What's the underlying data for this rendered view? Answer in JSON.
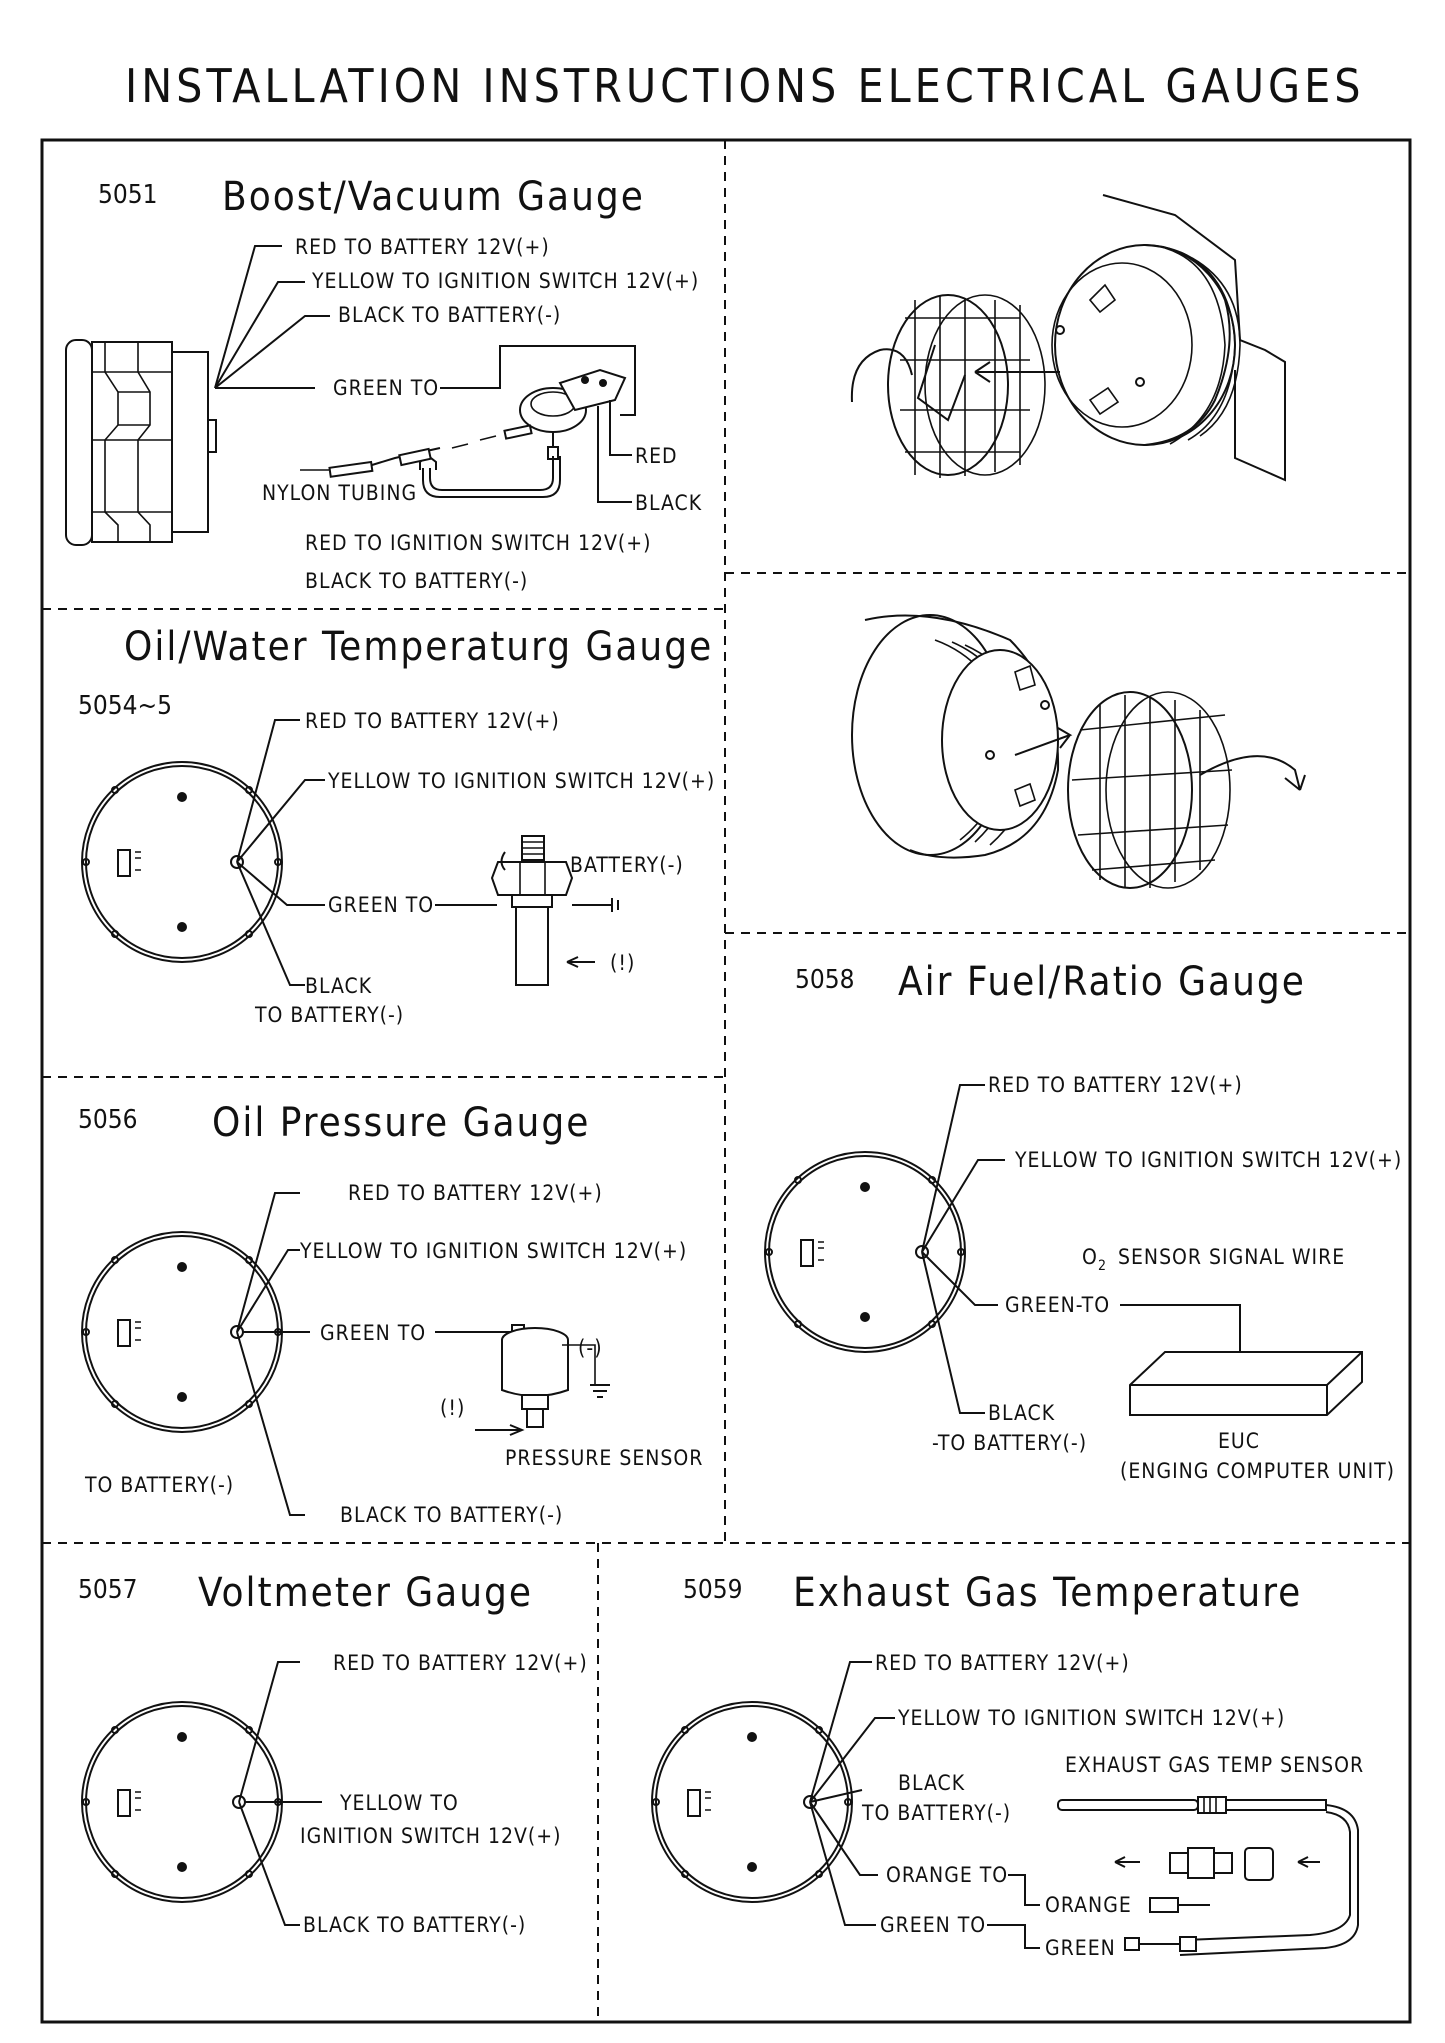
{
  "title": "INSTALLATION INSTRUCTIONS ELECTRICAL GAUGES",
  "boost": {
    "number": "5051",
    "title": "Boost/Vacuum Gauge",
    "red": "RED TO BATTERY 12V(+)",
    "yellow": "YELLOW   TO IGNITION SWITCH 12V(+)",
    "black": "BLACK   TO BATTERY(-)",
    "green": "GREEN TO",
    "sender_red": "RED",
    "sender_black": "BLACK",
    "tubing": "NYLON TUBING",
    "note_red": "RED   TO IGNITION SWITCH 12V(+)",
    "note_black": "BLACK   TO BATTERY(-)"
  },
  "temp": {
    "title": "Oil/Water Temperaturg Gauge",
    "number": "5054~5",
    "red": "RED TO BATTERY 12V(+)",
    "yellow": "YELLOW   TO IGNITION SWITCH 12V(+)",
    "green": "GREEN TO",
    "battery": "BATTERY(-)",
    "black_1": "BLACK",
    "black_2": "TO BATTERY(-)",
    "bang": "(!)"
  },
  "oil": {
    "number": "5056",
    "title": "Oil Pressure Gauge",
    "red": "RED TO BATTERY 12V(+)",
    "yellow": "YELLOW TO IGNITION SWITCH 12V(+)",
    "green": "GREEN TO",
    "minus": "(-)",
    "bang": "(!)",
    "sensor": "PRESSURE SENSOR",
    "to_battery": "TO BATTERY(-)",
    "black": "BLACK TO BATTERY(-)"
  },
  "afr": {
    "number": "5058",
    "title": "Air Fuel/Ratio Gauge",
    "red": "RED TO BATTERY 12V(+)",
    "yellow": "YELLOW   TO IGNITION SWITCH 12V(+)",
    "o2_sub": "2",
    "o2_text": "SENSOR SIGNAL WIRE",
    "o2_letter": "O",
    "green": "GREEN-TO",
    "black_1": "BLACK",
    "black_2": "-TO BATTERY(-)",
    "euc_1": "EUC",
    "euc_2": "(ENGING COMPUTER UNIT)"
  },
  "volt": {
    "number": "5057",
    "title": "Voltmeter Gauge",
    "red": "RED TO BATTERY 12V(+)",
    "yellow_1": "YELLOW   TO",
    "yellow_2": "IGNITION SWITCH 12V(+)",
    "black": "BLACK  TO BATTERY(-)"
  },
  "egt": {
    "number": "5059",
    "title": "Exhaust Gas Temperature",
    "red": "RED TO BATTERY 12V(+)",
    "yellow": "YELLOW   TO IGNITION SWITCH 12V(+)",
    "black_1": "BLACK",
    "black_2": "TO BATTERY(-)",
    "orange_to": "ORANGE TO",
    "orange": "ORANGE",
    "green_to": "GREEN TO",
    "green": "GREEN",
    "sensor": "EXHAUST GAS TEMP SENSOR"
  }
}
